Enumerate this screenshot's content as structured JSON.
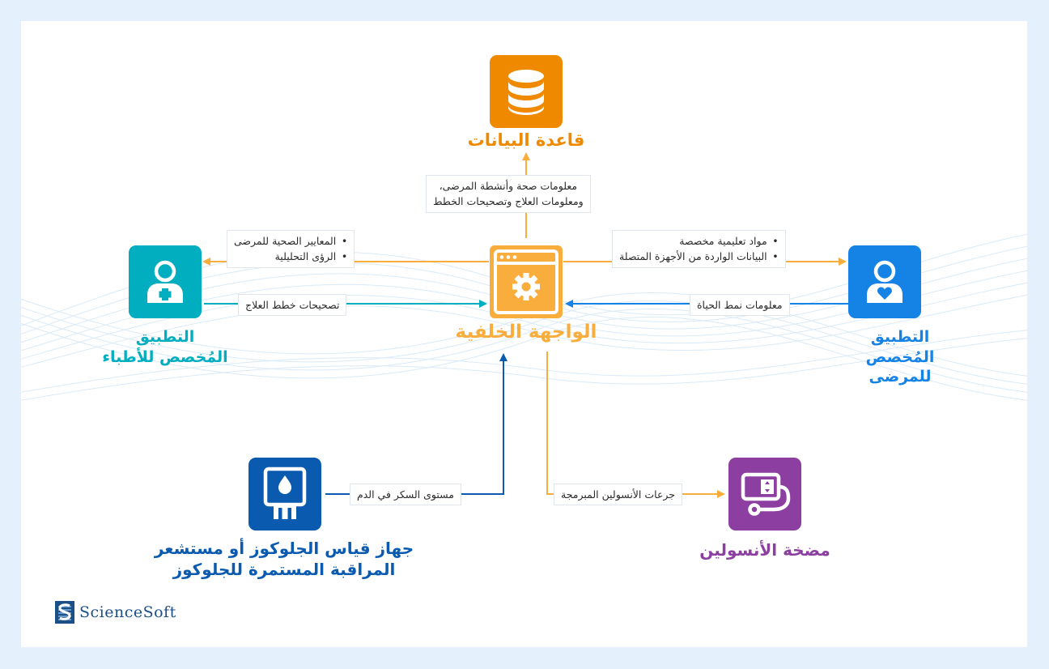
{
  "nodes": {
    "database": {
      "title": "قاعدة البيانات",
      "color": "#ef8a00"
    },
    "backend": {
      "title": "الواجهة الخلفية",
      "color": "#f8ad3d"
    },
    "doctor_app": {
      "title_line1": "التطبيق",
      "title_line2": "المُخصص للأطباء",
      "color": "#00aec0"
    },
    "patient_app": {
      "title_line1": "التطبيق المُخصص",
      "title_line2": "للمرضى",
      "color": "#1583e6"
    },
    "glucose_device": {
      "title_line1": "جهاز قياس الجلوكوز أو مستشعر",
      "title_line2": "المراقبة المستمرة للجلوكوز",
      "color": "#0a5bb0"
    },
    "insulin_pump": {
      "title": "مضخة الأنسولين",
      "color": "#8c3fa0"
    }
  },
  "flows": {
    "backend_to_database": {
      "line1": "معلومات صحة وأنشطة المرضى،",
      "line2": "ومعلومات العلاج وتصحيحات الخطط"
    },
    "backend_to_doctor": {
      "items": [
        "المعايير الصحية للمرضى",
        "الرؤى التحليلية"
      ]
    },
    "doctor_to_backend": {
      "text": "تصحيحات خطط العلاج"
    },
    "backend_to_patient": {
      "items": [
        "مواد تعليمية مخصصة",
        "البيانات الواردة من الأجهزة المتصلة"
      ]
    },
    "patient_to_backend": {
      "text": "معلومات نمط الحياة"
    },
    "device_to_backend": {
      "text": "مستوى السكر في الدم"
    },
    "backend_to_pump": {
      "text": "جرعات الأنسولين المبرمجة"
    }
  },
  "brand": {
    "name": "ScienceSoft"
  }
}
